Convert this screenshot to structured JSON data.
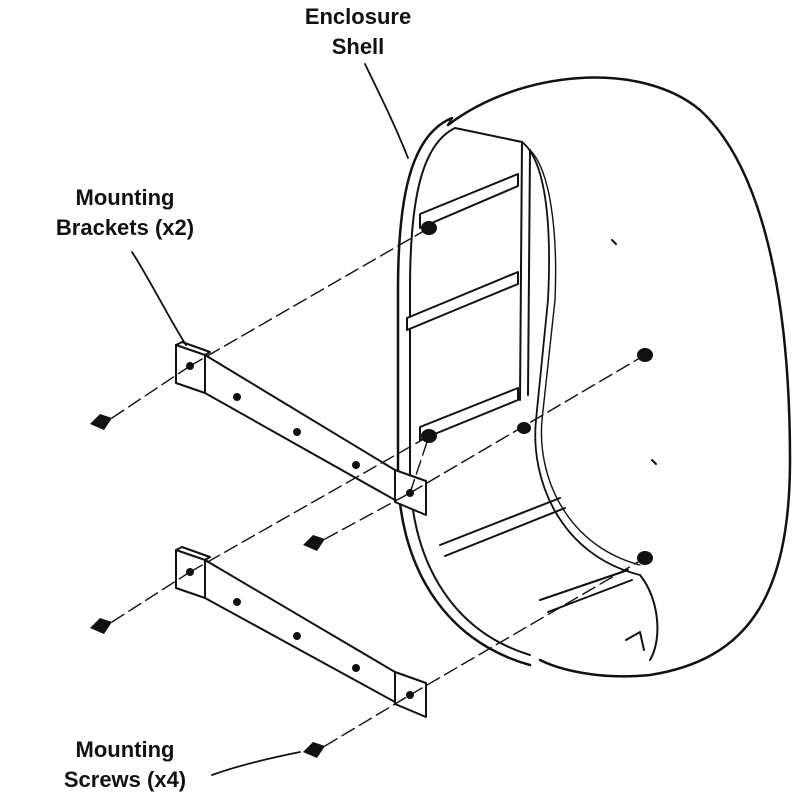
{
  "labels": {
    "enclosure_shell": {
      "line1": "Enclosure",
      "line2": "Shell"
    },
    "mounting_brackets": {
      "line1": "Mounting",
      "line2": "Brackets (x2)"
    },
    "mounting_screws": {
      "line1": "Mounting",
      "line2": "Screws (x4)"
    }
  },
  "colors": {
    "ink": "#111111",
    "paper": "#ffffff",
    "shade": "#9a9a9a"
  }
}
